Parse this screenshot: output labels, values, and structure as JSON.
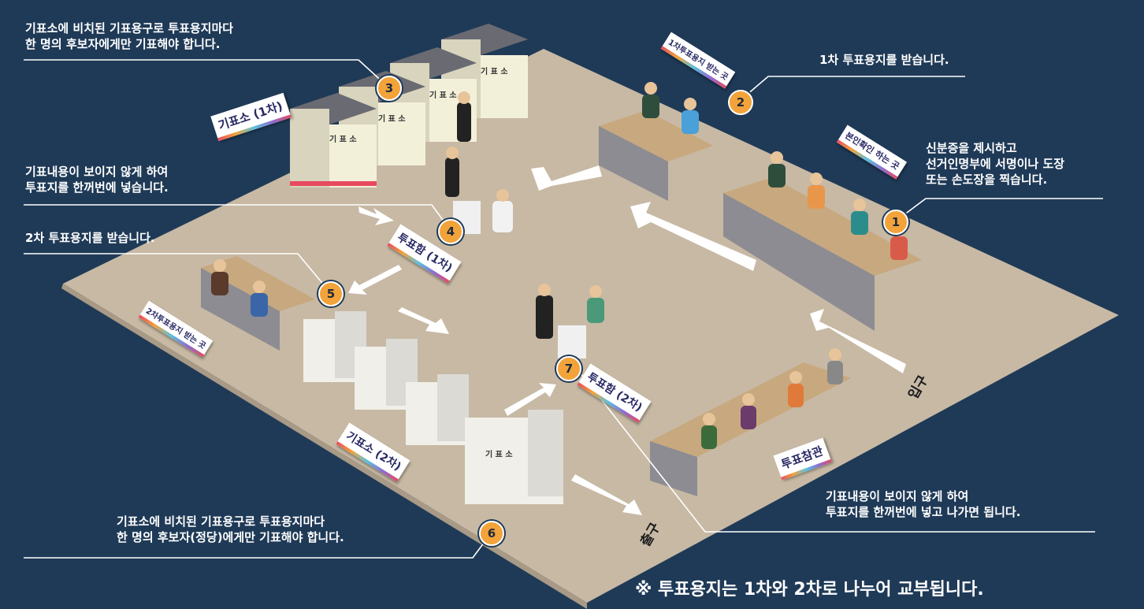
{
  "captions": {
    "step3": [
      "기표소에 비치된 기표용구로 투표용지마다",
      "한 명의 후보자에게만 기표해야 합니다."
    ],
    "step2": [
      "1차 투표용지를 받습니다."
    ],
    "step1": [
      "신분증을 제시하고",
      "선거인명부에 서명이나 도장",
      "또는 손도장을 찍습니다."
    ],
    "step4": [
      "기표내용이 보이지 않게 하여",
      "투표지를 한꺼번에 넣습니다."
    ],
    "step5": [
      "2차 투표용지를 받습니다."
    ],
    "step6": [
      "기표소에 비치된 기표용구로 투표용지마다",
      "한 명의 후보자(정당)에게만 기표해야 합니다."
    ],
    "step7": [
      "기표내용이 보이지 않게 하여",
      "투표지를 한꺼번에 넣고 나가면 됩니다."
    ]
  },
  "step_numbers": [
    "1",
    "2",
    "3",
    "4",
    "5",
    "6",
    "7"
  ],
  "signs": {
    "booth1": "기표소 (1차)",
    "ballot_receive_1": "1차투표용지 받는 곳",
    "identity_check": "본인확인 하는 곳",
    "ballot_box_1": "투표함 (1차)",
    "ballot_receive_2": "2차투표용지 받는 곳",
    "ballot_box_2": "투표함 (2차)",
    "booth2": "기표소 (2차)",
    "observers": "투표참관"
  },
  "booth_label": "기 표 소",
  "exits": {
    "entrance": "입구",
    "exit": "출구"
  },
  "footnote": "※ 투표용지는 1차와 2차로 나누어 교부됩니다.",
  "colors": {
    "background": "#1f3a57",
    "floor": "#c7b9a4",
    "accent_number": "#f2a33a",
    "text": "#ffffff"
  }
}
